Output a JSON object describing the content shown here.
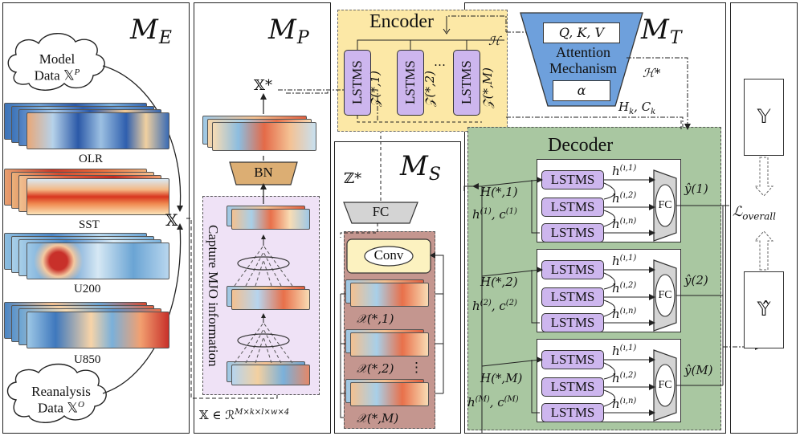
{
  "panels": {
    "me": {
      "symbol": "M",
      "sub": "E"
    },
    "mp": {
      "symbol": "M",
      "sub": "P"
    },
    "ms": {
      "symbol": "M",
      "sub": "S"
    },
    "mt": {
      "symbol": "M",
      "sub": "T"
    }
  },
  "me": {
    "model_data": "Model",
    "model_data_2": "Data 𝕏",
    "model_sup": "P",
    "reanalysis": "Reanalysis",
    "reanalysis_2": "Data 𝕏",
    "reanalysis_sup": "O",
    "variables": [
      "OLR",
      "SST",
      "U200",
      "U850"
    ],
    "x_label": "𝕏"
  },
  "mp": {
    "x_star": "𝕏*",
    "bn": "BN",
    "capture": "Capture MJO information",
    "x_space": "𝕏 ∈ ℛ",
    "x_space_sup": "M×k×l×w×4"
  },
  "ms": {
    "z_star": "ℤ*",
    "fc": "FC",
    "conv": "Conv",
    "x_labels": [
      "𝒳(*,1)",
      "𝒳(*,2)",
      "𝒳(*,M)"
    ],
    "dots": "⋮"
  },
  "encoder": {
    "title": "Encoder",
    "h": "ℋ",
    "lstm": "LSTMS",
    "z_labels": [
      "𝒵(*,1)",
      "𝒵(*,2)",
      "𝒵(*,M)"
    ],
    "dots": "…"
  },
  "attention": {
    "qkv": "Q, K, V",
    "line1": "Attention",
    "line2": "Mechanism",
    "alpha": "α",
    "h_star": "ℋ*",
    "hk_ck": "H",
    "hk_ck_rest": "k",
    "hk_ck_c": ", C",
    "hk_ck_sub": "k"
  },
  "decoder": {
    "title": "Decoder",
    "lstm": "LSTMS",
    "fc": "FC",
    "rows": [
      {
        "H": "H(*,1)",
        "hc": "h",
        "idx": "(1)",
        "y": "ŷ(1)"
      },
      {
        "H": "H(*,2)",
        "hc": "h",
        "idx": "(2)",
        "y": "ŷ(2)"
      },
      {
        "H": "H(*,M)",
        "hc": "h",
        "idx": "(M)",
        "y": "ŷ(M)"
      }
    ],
    "hk_labels": [
      "(ı,1)",
      "(ı,2)",
      "(ı,n)"
    ]
  },
  "output": {
    "y": "𝕐",
    "y_hat": "𝕐̂",
    "loss": "ℒ",
    "loss_sub": "overall"
  },
  "colors": {
    "encoder_bg": "#fce8a6",
    "decoder_bg": "#a9c7a1",
    "lstm": "#cdb6ee",
    "attention": "#6ea0dc",
    "bn": "#dcae73",
    "ms_bg": "#c4968f",
    "capture_bg": "#efe2f6",
    "fc_gray": "#d4d4d4"
  }
}
